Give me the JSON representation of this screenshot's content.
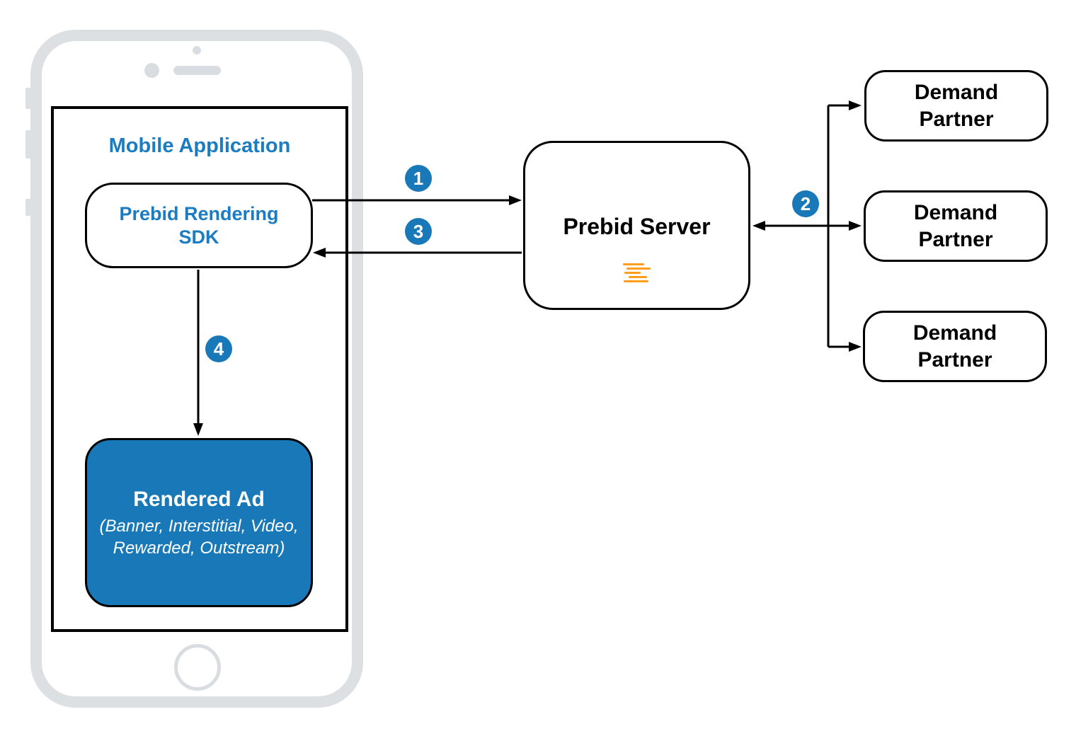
{
  "diagram": {
    "mobile_app": {
      "title": "Mobile Application"
    },
    "sdk": {
      "label": "Prebid Rendering\nSDK"
    },
    "rendered_ad": {
      "title": "Rendered Ad",
      "subtitle": "(Banner, Interstitial, Video,\nRewarded, Outstream)"
    },
    "server": {
      "label": "Prebid Server",
      "icon": "prebid-logo-icon"
    },
    "partners": [
      {
        "label": "Demand\nPartner"
      },
      {
        "label": "Demand\nPartner"
      },
      {
        "label": "Demand\nPartner"
      }
    ],
    "steps": [
      {
        "label": "1"
      },
      {
        "label": "2"
      },
      {
        "label": "3"
      },
      {
        "label": "4"
      }
    ],
    "colors": {
      "accent_blue": "#1878b8",
      "text_blue": "#1b7cc2",
      "logo_orange": "#ff9d1c",
      "phone_gray": "#dde0e3",
      "line_black": "#000000"
    }
  }
}
